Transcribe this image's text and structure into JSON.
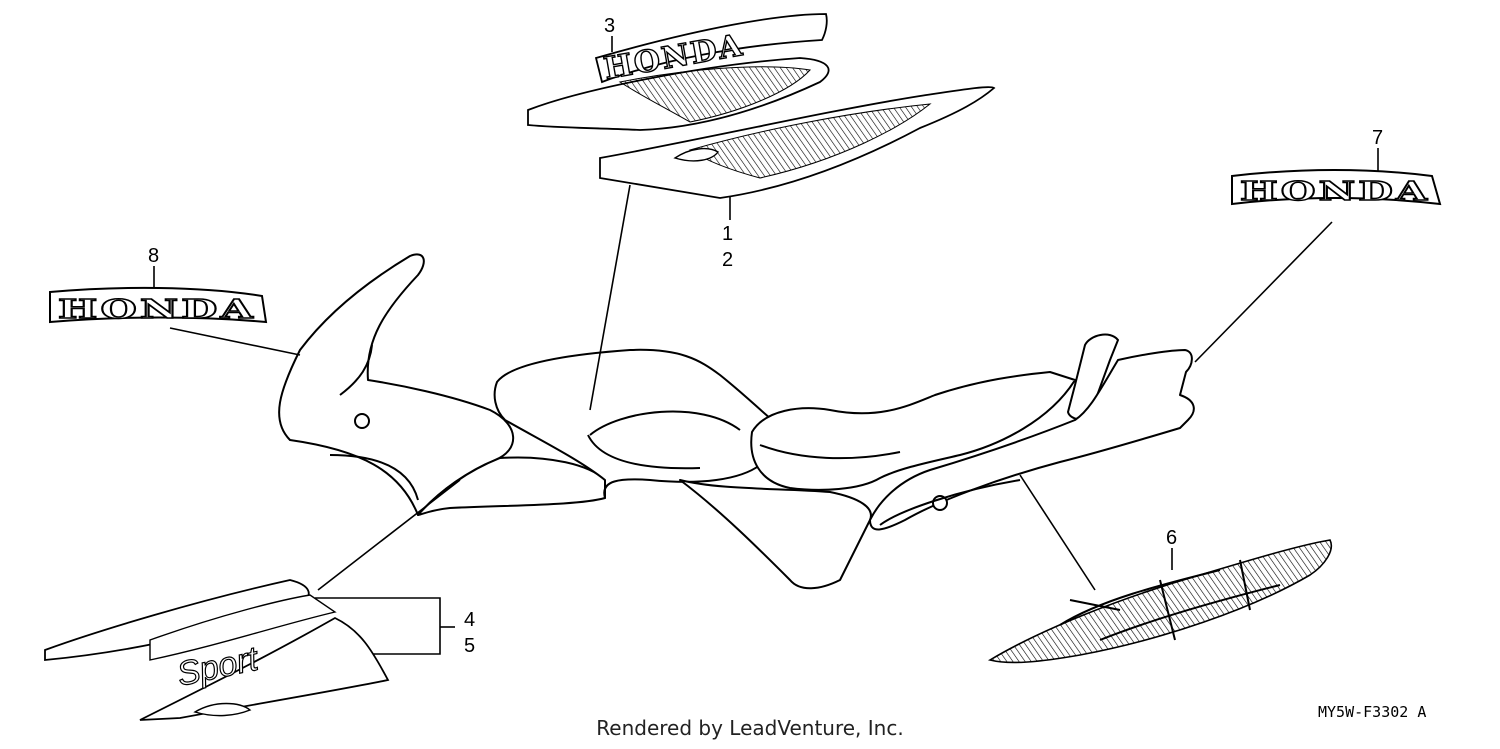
{
  "diagram": {
    "callouts": [
      "1",
      "2",
      "3",
      "4",
      "5",
      "6",
      "7",
      "8"
    ],
    "logo_text": "HONDA",
    "model_script": "Sport",
    "credit": "Rendered by LeadVenture, Inc.",
    "drawing_code": "MY5W-F3302",
    "drawing_rev": "A"
  }
}
